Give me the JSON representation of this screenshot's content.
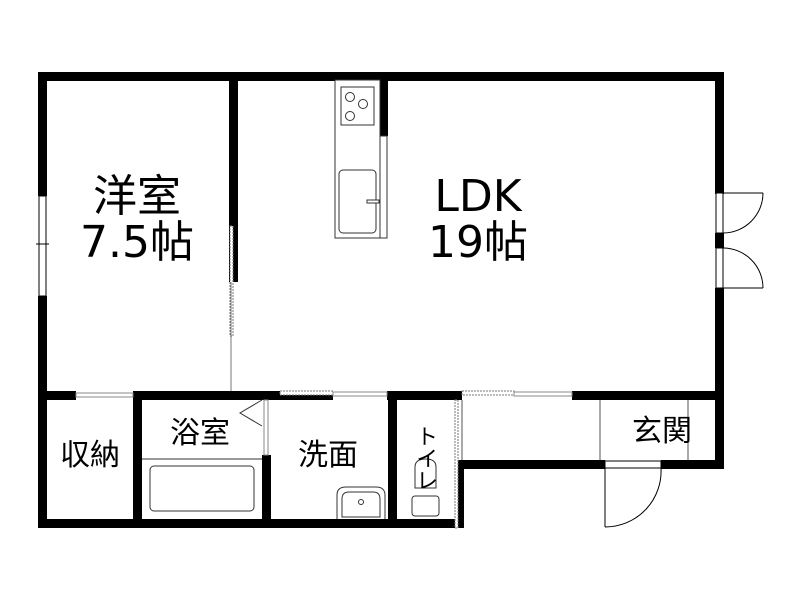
{
  "floorplan": {
    "rooms": {
      "western_room": {
        "name": "洋室",
        "size": "7.5帖"
      },
      "ldk": {
        "name": "LDK",
        "size": "19帖"
      },
      "storage": {
        "name": "収納"
      },
      "bathroom": {
        "name": "浴室"
      },
      "washroom": {
        "name": "洗面"
      },
      "toilet": {
        "name": "トイレ"
      },
      "entrance": {
        "name": "玄関"
      }
    },
    "colors": {
      "wall": "#000000",
      "background": "#ffffff",
      "fixture_line": "#333333",
      "window": "#ffffff",
      "sliding_door": "#888888"
    }
  }
}
